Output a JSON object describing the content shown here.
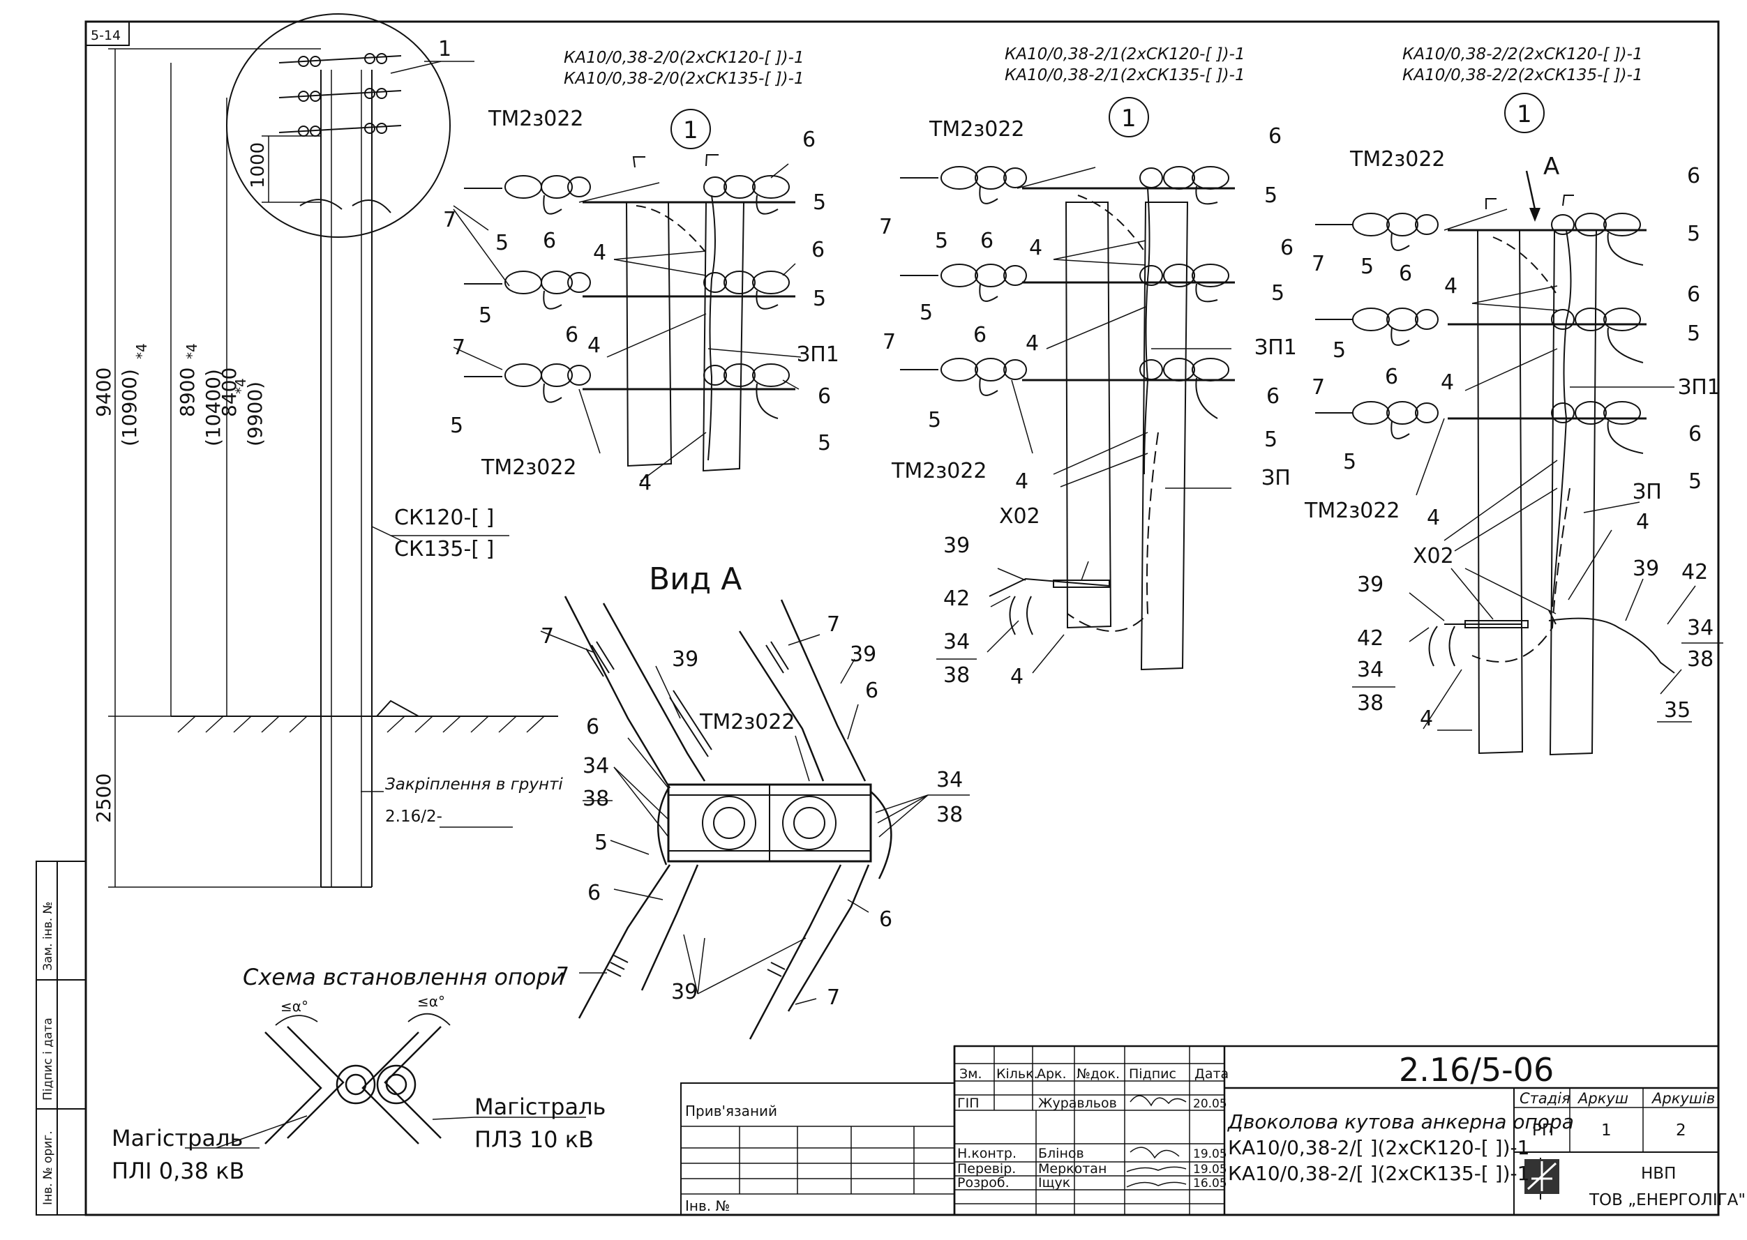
{
  "sheet": {
    "corner_code": "5-14",
    "drawing_number": "2.16/5-06",
    "title_lines": [
      "Двоколова кутова анкерна опора",
      "КА10/0,38-2/[ ](2хСК120-[ ])-1",
      "КА10/0,38-2/[ ](2хСК135-[ ])-1"
    ],
    "stage_header": "Стадія",
    "sheet_header": "Аркуш",
    "sheets_header": "Аркушів",
    "stage": "РП",
    "sheet_no": "1",
    "sheets_total": "2",
    "company_line1": "НВП",
    "company_line2": "ТОВ „ЕНЕРГОЛІГА\"",
    "attached_label": "Прив'язаний",
    "inv_label": "Інв. №",
    "side_stamp": [
      "Інв. № ориг.",
      "Підпис і дата",
      "Зам. інв. №"
    ],
    "columns": [
      "Зм.",
      "Кільк.",
      "Арк.",
      "№док.",
      "Підпис",
      "Дата"
    ],
    "signers": [
      {
        "role": "ГІП",
        "name": "Журавльов",
        "date": "20.05"
      },
      {
        "role": "Н.контр.",
        "name": "Блінов",
        "date": "19.05"
      },
      {
        "role": "Перевір.",
        "name": "Меркотан",
        "date": "19.05"
      },
      {
        "role": "Розроб.",
        "name": "Іщук",
        "date": "16.05"
      }
    ]
  },
  "pole": {
    "callout": "1",
    "dim_1000": "1000",
    "dims_vertical": [
      "9400",
      "(10900)",
      "8900",
      "(10400)",
      "8400",
      "(9900)"
    ],
    "star_note": "*4",
    "dim_2500": "2500",
    "type_lines": [
      "СК120-[   ]",
      "СК135-[   ]"
    ],
    "ground_label": "Закріплення в грунті",
    "ground_ref": "2.16/2-"
  },
  "views": [
    {
      "codes": [
        "КА10/0,38-2/0(2хСК120-[ ])-1",
        "КА10/0,38-2/0(2хСК135-[ ])-1"
      ],
      "node": "1"
    },
    {
      "codes": [
        "КА10/0,38-2/1(2хСК120-[ ])-1",
        "КА10/0,38-2/1(2хСК135-[ ])-1"
      ],
      "node": "1"
    },
    {
      "codes": [
        "КА10/0,38-2/2(2хСК120-[ ])-1",
        "КА10/0,38-2/2(2хСК135-[ ])-1"
      ],
      "node": "1"
    }
  ],
  "labels": {
    "tm": "ТМ2з022",
    "zp1": "ЗП1",
    "zp": "ЗП",
    "x02": "Х02",
    "arrow_a": "А",
    "view_a": "Вид А",
    "n1": "1",
    "n4": "4",
    "n5": "5",
    "n6": "6",
    "n7": "7",
    "n34": "34",
    "n35": "35",
    "n38": "38",
    "n39": "39",
    "n42": "42"
  },
  "scheme": {
    "title": "Схема встановлення опори",
    "angle": "≤α°",
    "line_left_1": "Магістраль",
    "line_left_2": "ПЛІ 0,38 кВ",
    "line_right_1": "Магістраль",
    "line_right_2": "ПЛЗ 10 кВ"
  }
}
